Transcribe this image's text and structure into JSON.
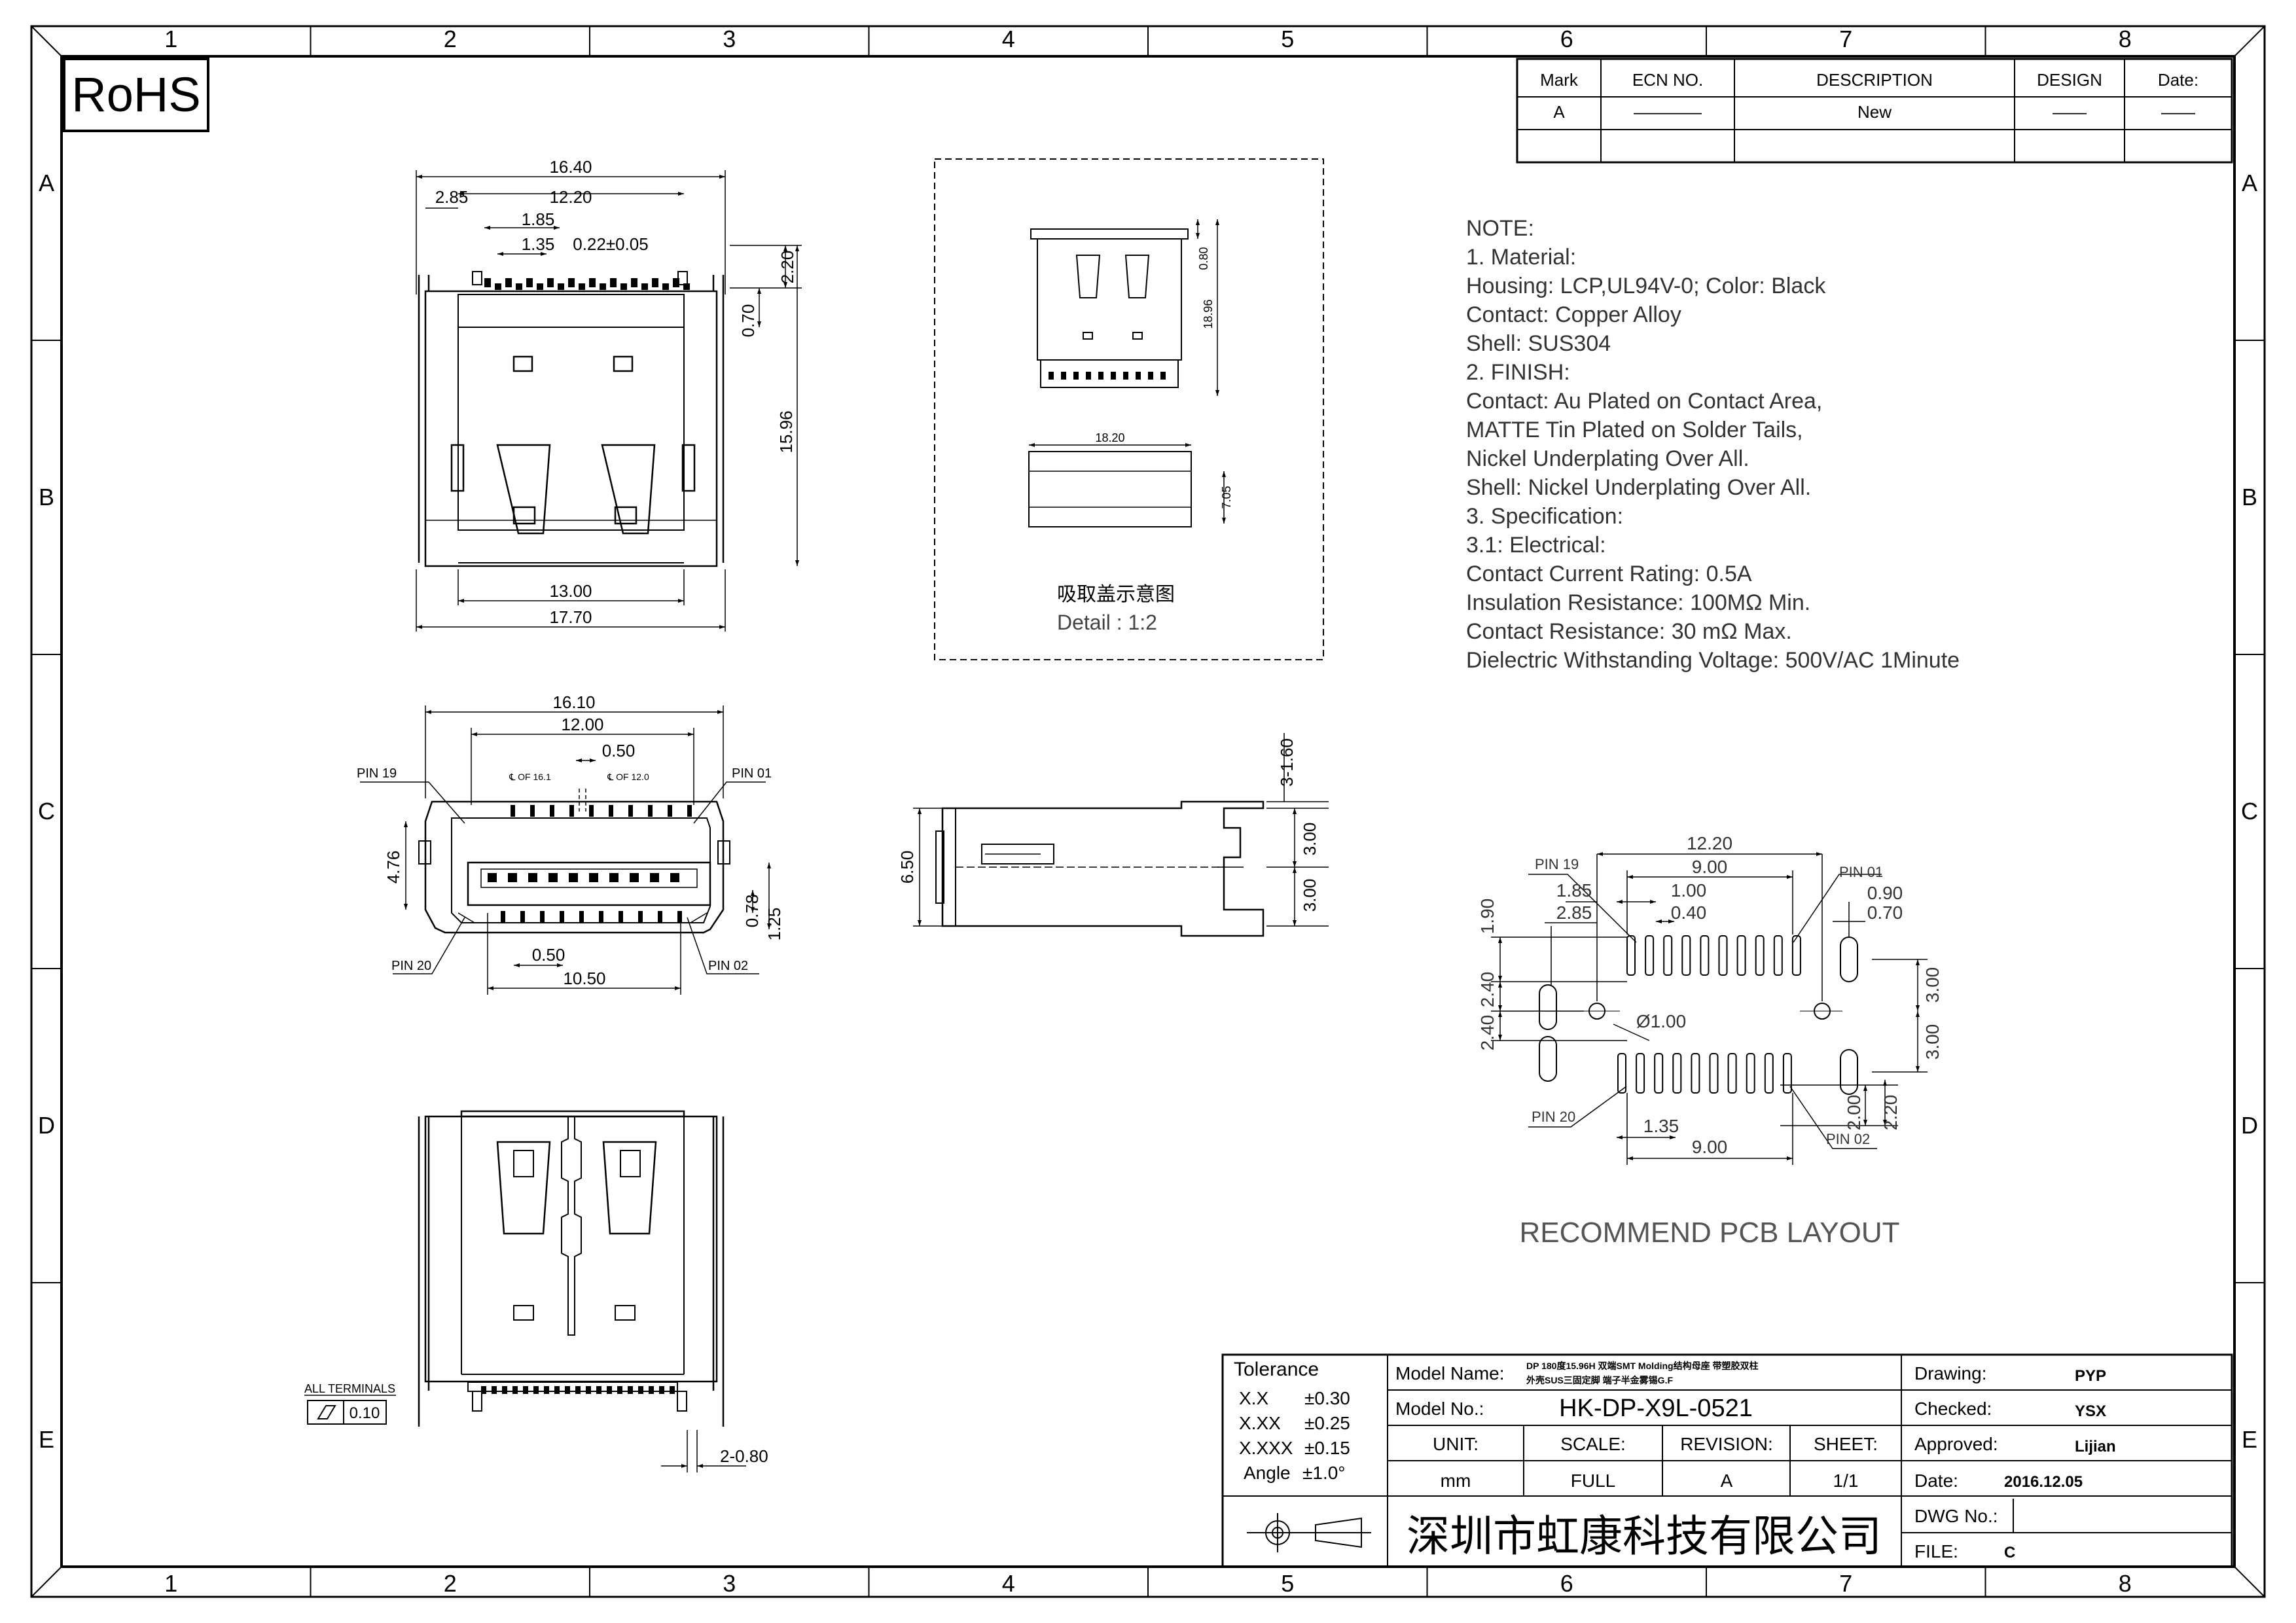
{
  "rohs_label": "RoHS",
  "zones": {
    "columns": [
      "1",
      "2",
      "3",
      "4",
      "5",
      "6",
      "7",
      "8"
    ],
    "rows": [
      "A",
      "B",
      "C",
      "D",
      "E"
    ]
  },
  "revision_table": {
    "headers": [
      "Mark",
      "ECN NO.",
      "DESCRIPTION",
      "DESIGN",
      "Date:"
    ],
    "rows": [
      [
        "A",
        "————",
        "New",
        "——",
        "——"
      ]
    ]
  },
  "notes": [
    "NOTE:",
    "1. Material:",
    "   Housing: LCP,UL94V-0; Color: Black",
    "   Contact: Copper Alloy",
    "   Shell: SUS304",
    "2. FINISH:",
    "   Contact: Au Plated on Contact Area,",
    "            MATTE Tin Plated on Solder Tails,",
    "            Nickel Underplating Over All.",
    "   Shell: Nickel Underplating Over All.",
    "3. Specification:",
    "   3.1: Electrical:",
    "        Contact Current Rating: 0.5A",
    "        Insulation Resistance: 100MΩ Min.",
    "        Contact Resistance: 30 mΩ Max.",
    "        Dielectric Withstanding Voltage: 500V/AC 1Minute"
  ],
  "top_view": {
    "dims": [
      "16.40",
      "12.20",
      "2.85",
      "1.85",
      "1.35",
      "0.22±0.05",
      "2.20",
      "0.70",
      "15.96",
      "13.00",
      "17.70"
    ]
  },
  "detail": {
    "title_cn": "吸取盖示意图",
    "title": "Detail : 1:2",
    "dims": [
      "0.80",
      "18.96",
      "18.20",
      "7.05"
    ]
  },
  "front_view": {
    "dims": [
      "16.10",
      "12.00",
      "0.50",
      "℄ OF 16.1",
      "℄ OF 12.0",
      "4.76",
      "0.78",
      "1.25",
      "0.50",
      "10.50"
    ],
    "pins": [
      "PIN 19",
      "PIN 01",
      "PIN 20",
      "PIN 02"
    ]
  },
  "side_view": {
    "dims": [
      "3-1.60",
      "6.50",
      "3.00",
      "3.00"
    ]
  },
  "pcb_layout": {
    "title": "RECOMMEND PCB LAYOUT",
    "dims": [
      "12.20",
      "9.00",
      "1.85",
      "1.00",
      "2.85",
      "0.40",
      "0.90",
      "0.70",
      "1.90",
      "2.40",
      "2.40",
      "3.00",
      "3.00",
      "Ø1.00",
      "2.00",
      "2.20",
      "1.35",
      "9.00"
    ],
    "pins": [
      "PIN 19",
      "PIN 01",
      "PIN 20",
      "PIN 02"
    ]
  },
  "bottom_view": {
    "terminals_label": "ALL TERMINALS",
    "flatness": "0.10",
    "dims": [
      "2-0.80"
    ]
  },
  "title_block": {
    "tolerance_title": "Tolerance",
    "tolerances": [
      [
        "X.X",
        "±0.30"
      ],
      [
        "X.XX",
        "±0.25"
      ],
      [
        "X.XXX",
        "±0.15"
      ],
      [
        "Angle",
        "±1.0°"
      ]
    ],
    "model_name_label": "Model Name:",
    "model_name_value_1": "DP 180度15.96H 双端SMT Molding结构母座 带塑胶双柱",
    "model_name_value_2": "外壳SUS三固定脚 端子半金雾锡G.F",
    "model_no_label": "Model No.:",
    "model_no": "HK-DP-X9L-0521",
    "unit_label": "UNIT:",
    "scale_label": "SCALE:",
    "revision_label": "REVISION:",
    "sheet_label": "SHEET:",
    "unit": "mm",
    "scale": "FULL",
    "revision": "A",
    "sheet": "1/1",
    "company": "深圳市虹康科技有限公司",
    "drawing_label": "Drawing:",
    "drawing_value": "PYP",
    "checked_label": "Checked:",
    "checked_value": "YSX",
    "approved_label": "Approved:",
    "approved_value": "Lijian",
    "date_label": "Date:",
    "date_value": "2016.12.05",
    "dwg_label": "DWG No.:",
    "dwg_value": "",
    "file_label": "FILE:",
    "file_value": "C"
  }
}
